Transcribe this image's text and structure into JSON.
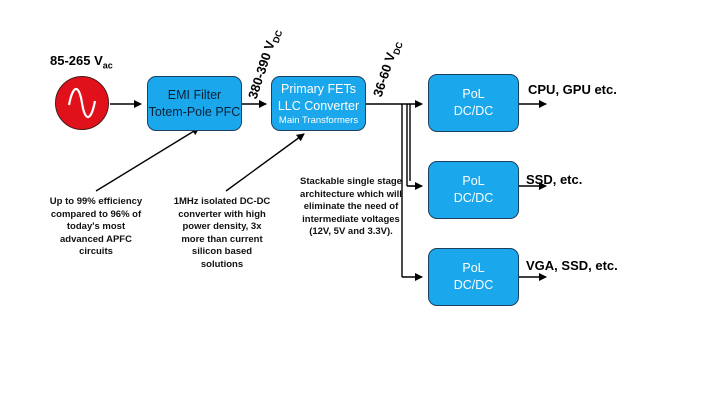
{
  "input_voltage": {
    "value": "85-265 V",
    "subscript": "ac"
  },
  "colors": {
    "box_fill": "#1aa7ec",
    "box_border": "#1f3f5f",
    "source_fill": "#e0111a",
    "line": "#000000"
  },
  "boxes": {
    "emi": {
      "line1": "EMI Filter",
      "line2": "Totem-Pole PFC"
    },
    "fets": {
      "line1": "Primary FETs",
      "line2": "LLC Converter",
      "line3": "Main Transformers"
    },
    "pol1": {
      "line1": "PoL",
      "line2": "DC/DC"
    },
    "pol2": {
      "line1": "PoL",
      "line2": "DC/DC"
    },
    "pol3": {
      "line1": "PoL",
      "line2": "DC/DC"
    }
  },
  "bus_labels": {
    "bus1": {
      "value": "380-390 V",
      "subscript": "DC"
    },
    "bus2": {
      "value": "36-60 V",
      "subscript": "DC"
    }
  },
  "outputs": {
    "out1": "CPU, GPU etc.",
    "out2": "SSD, etc.",
    "out3": "VGA, SSD, etc."
  },
  "notes": {
    "note1": "Up to 99% efficiency compared to 96% of today's most advanced APFC circuits",
    "note2": "1MHz isolated DC-DC converter with high power density, 3x more than current silicon based solutions",
    "note3": "Stackable single stage architecture which will eliminate the need of intermediate voltages (12V, 5V and 3.3V)."
  }
}
